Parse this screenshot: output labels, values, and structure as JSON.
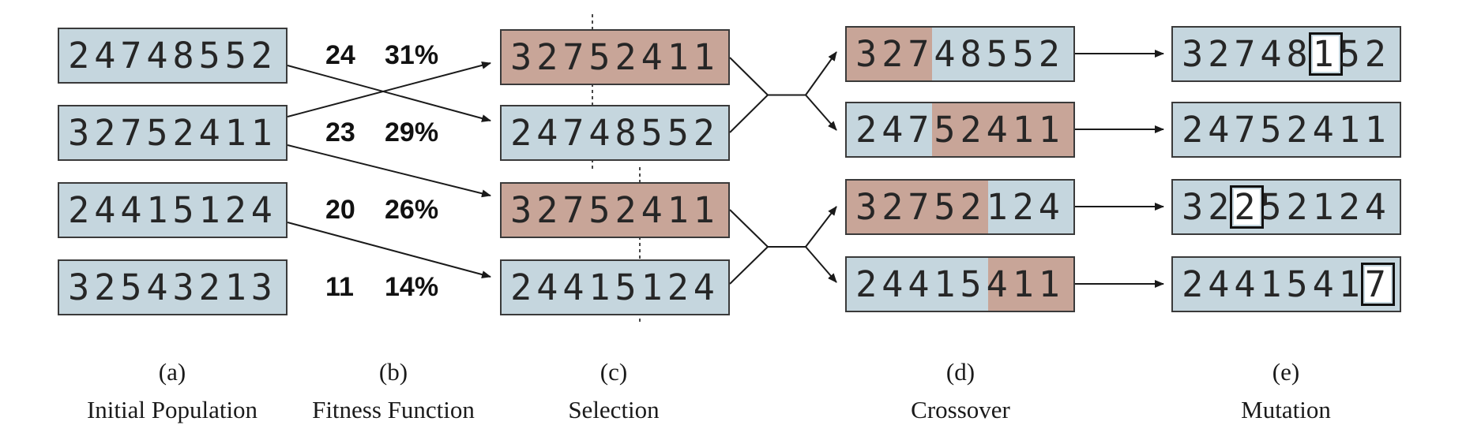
{
  "columns": {
    "initial": [
      "24748552",
      "32752411",
      "24415124",
      "32543213"
    ],
    "fitness": [
      {
        "score": "24",
        "percent": "31%"
      },
      {
        "score": "23",
        "percent": "29%"
      },
      {
        "score": "20",
        "percent": "26%"
      },
      {
        "score": "11",
        "percent": "14%"
      }
    ],
    "selection": [
      {
        "value": "32752411",
        "cut": 3,
        "color": "rose"
      },
      {
        "value": "24748552",
        "cut": 3,
        "color": "blue"
      },
      {
        "value": "32752411",
        "cut": 5,
        "color": "rose"
      },
      {
        "value": "24415124",
        "cut": 5,
        "color": "blue"
      }
    ],
    "crossover": [
      {
        "value": "32748552",
        "cut": 3,
        "left": "rose",
        "right": "blue"
      },
      {
        "value": "24752411",
        "cut": 3,
        "left": "blue",
        "right": "rose"
      },
      {
        "value": "32752124",
        "cut": 5,
        "left": "rose",
        "right": "blue"
      },
      {
        "value": "24415411",
        "cut": 5,
        "left": "blue",
        "right": "rose"
      }
    ],
    "mutation": [
      {
        "value": "32748152",
        "mutated": 5
      },
      {
        "value": "24752411",
        "mutated": null
      },
      {
        "value": "32252124",
        "mutated": 2
      },
      {
        "value": "24415417",
        "mutated": 7
      }
    ]
  },
  "captions": [
    {
      "letter": "(a)",
      "label": "Initial Population"
    },
    {
      "letter": "(b)",
      "label": "Fitness Function"
    },
    {
      "letter": "(c)",
      "label": "Selection"
    },
    {
      "letter": "(d)",
      "label": "Crossover"
    },
    {
      "letter": "(e)",
      "label": "Mutation"
    }
  ],
  "colors": {
    "blue": "#c5d6de",
    "rose": "#c8a598",
    "line": "#1a1a1a"
  }
}
